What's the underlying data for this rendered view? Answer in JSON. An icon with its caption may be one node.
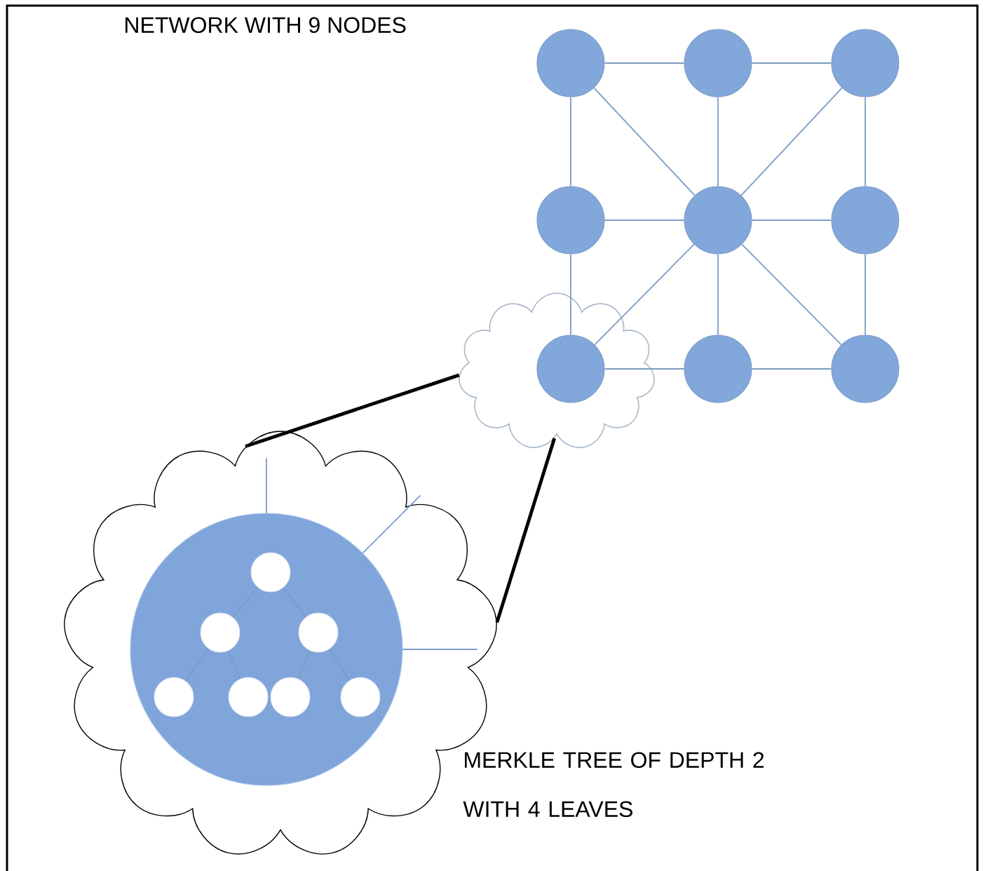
{
  "diagram": {
    "nodes": [
      {
        "text": [],
        "shape": "cloud"
      },
      {
        "text": [],
        "shape": "circle"
      },
      {
        "text": [],
        "shape": "circle"
      },
      {
        "text": [],
        "shape": "circle"
      },
      {
        "text": [],
        "shape": "circle"
      },
      {
        "text": [],
        "shape": "circle"
      },
      {
        "text": [],
        "shape": "circle"
      },
      {
        "text": [],
        "shape": "circle",
        "in": 0
      },
      {
        "text": [],
        "shape": "circle"
      },
      {
        "text": [],
        "shape": "circle"
      },
      {
        "text": [],
        "shape": "cloud"
      },
      {
        "text": [],
        "shape": "circle",
        "in": 10
      },
      {
        "text": [],
        "shape": "circle",
        "in": 11
      },
      {
        "text": [],
        "shape": "circle",
        "in": 11
      },
      {
        "text": [],
        "shape": "circle",
        "in": 11
      },
      {
        "text": [],
        "shape": "circle",
        "in": 11
      },
      {
        "text": [],
        "shape": "circle",
        "in": 11
      },
      {
        "text": [],
        "shape": "circle",
        "in": 11
      },
      {
        "text": [],
        "shape": "circle",
        "in": 11
      }
    ],
    "edges": [
      {
        "from": 1,
        "to": 2,
        "arrow": "none"
      },
      {
        "from": 2,
        "to": 3,
        "arrow": "none"
      },
      {
        "from": 1,
        "to": 4,
        "arrow": "none"
      },
      {
        "from": 1,
        "to": 5,
        "arrow": "none"
      },
      {
        "from": 2,
        "to": 5,
        "arrow": "none"
      },
      {
        "from": 3,
        "to": 5,
        "arrow": "none"
      },
      {
        "from": 3,
        "to": 6,
        "arrow": "none"
      },
      {
        "from": 4,
        "to": 5,
        "arrow": "none"
      },
      {
        "from": 5,
        "to": 6,
        "arrow": "none"
      },
      {
        "from": 4,
        "to": 7,
        "arrow": "none"
      },
      {
        "from": 7,
        "to": 5,
        "arrow": "none"
      },
      {
        "from": 5,
        "to": 8,
        "arrow": "none"
      },
      {
        "from": 5,
        "to": 9,
        "arrow": "none"
      },
      {
        "from": 6,
        "to": 9,
        "arrow": "none"
      },
      {
        "from": 7,
        "to": 8,
        "arrow": "none"
      },
      {
        "from": 8,
        "to": 9,
        "arrow": "none"
      },
      {
        "from": 0,
        "to": 10,
        "arrow": "none",
        "style": "thick",
        "color": "#000000"
      },
      {
        "from": 0,
        "to": 10,
        "arrow": "none",
        "style": "thick",
        "color": "#000000"
      },
      {
        "from": 11,
        "to": null,
        "arrow": "none"
      },
      {
        "from": 11,
        "to": null,
        "arrow": "none"
      },
      {
        "from": 11,
        "to": null,
        "arrow": "none"
      },
      {
        "from": 12,
        "to": 13,
        "arrow": "none"
      },
      {
        "from": 12,
        "to": 14,
        "arrow": "none"
      },
      {
        "from": 13,
        "to": 15,
        "arrow": "none"
      },
      {
        "from": 13,
        "to": 16,
        "arrow": "none"
      },
      {
        "from": 14,
        "to": 17,
        "arrow": "none"
      },
      {
        "from": 14,
        "to": 18,
        "arrow": "none"
      }
    ],
    "labels": [
      "NETWORK WITH 9 NODES",
      "MERKLE TREE OF DEPTH 2 WITH 4 LEAVES"
    ]
  }
}
